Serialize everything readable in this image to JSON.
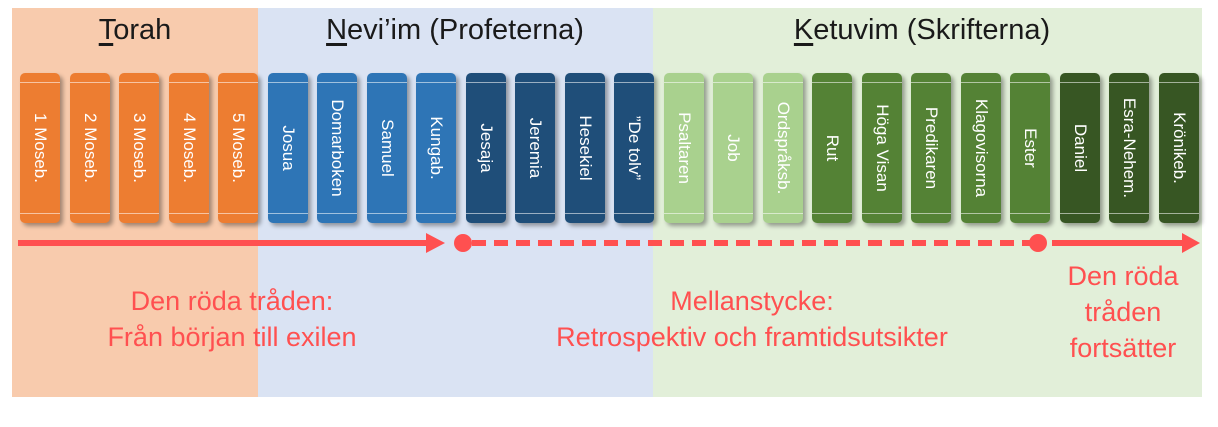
{
  "sections": [
    {
      "first_letter": "T",
      "rest": "orah",
      "color": "#f8cbad"
    },
    {
      "first_letter": "N",
      "rest": "evi’im (Profeterna)",
      "color": "#dae3f3"
    },
    {
      "first_letter": "K",
      "rest": "etuvim (Skrifterna)",
      "color": "#e2efd9"
    }
  ],
  "books": [
    {
      "title": "1 Moseb.",
      "color": "#ed7d31"
    },
    {
      "title": "2 Moseb.",
      "color": "#ed7d31"
    },
    {
      "title": "3 Moseb.",
      "color": "#ed7d31"
    },
    {
      "title": "4 Moseb.",
      "color": "#ed7d31"
    },
    {
      "title": "5 Moseb.",
      "color": "#ed7d31"
    },
    {
      "title": "Josua",
      "color": "#2e75b6"
    },
    {
      "title": "Domarboken",
      "color": "#2e75b6"
    },
    {
      "title": "Samuel",
      "color": "#2e75b6"
    },
    {
      "title": "Kungab.",
      "color": "#2e75b6"
    },
    {
      "title": "Jesaja",
      "color": "#1f4e79"
    },
    {
      "title": "Jeremia",
      "color": "#1f4e79"
    },
    {
      "title": "Hesekiel",
      "color": "#1f4e79"
    },
    {
      "title": "”De tolv”",
      "color": "#1f4e79"
    },
    {
      "title": "Psaltaren",
      "color": "#a9d18e"
    },
    {
      "title": "Job",
      "color": "#a9d18e"
    },
    {
      "title": "Ordspråksb.",
      "color": "#a9d18e"
    },
    {
      "title": "Rut",
      "color": "#548235"
    },
    {
      "title": "Höga Visan",
      "color": "#548235"
    },
    {
      "title": "Predikaren",
      "color": "#548235"
    },
    {
      "title": "Klagovisorna",
      "color": "#548235"
    },
    {
      "title": "Ester",
      "color": "#548235"
    },
    {
      "title": "Daniel",
      "color": "#375623"
    },
    {
      "title": "Esra-Nehem.",
      "color": "#375623"
    },
    {
      "title": "Krönikeb.",
      "color": "#375623"
    }
  ],
  "thread_color": "#ff5050",
  "notes": {
    "first": {
      "line1": "Den röda tråden:",
      "line2": "Från början till exilen"
    },
    "middle": {
      "line1": "Mellanstycke:",
      "line2": "Retrospektiv och framtidsutsikter"
    },
    "last": {
      "line1": "Den röda",
      "line2": "tråden",
      "line3": "fortsätter"
    }
  }
}
